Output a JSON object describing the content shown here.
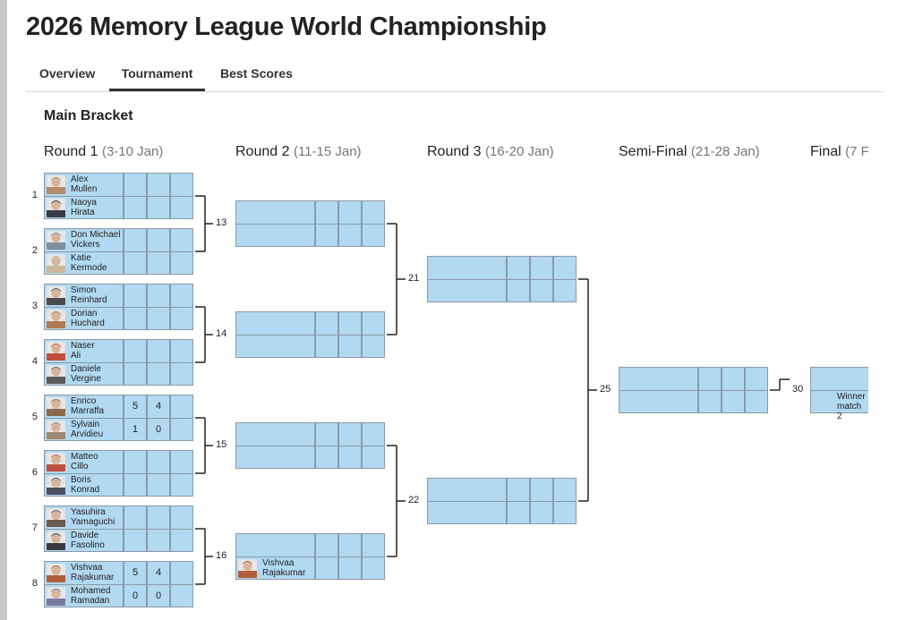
{
  "page": {
    "title": "2026 Memory League World Championship"
  },
  "tabs": [
    {
      "label": "Overview"
    },
    {
      "label": "Tournament",
      "active": true
    },
    {
      "label": "Best Scores"
    }
  ],
  "bracket": {
    "title": "Main Bracket",
    "rounds": [
      {
        "name": "Round 1",
        "dates": "(3-10 Jan)"
      },
      {
        "name": "Round 2",
        "dates": "(11-15 Jan)"
      },
      {
        "name": "Round 3",
        "dates": "(16-20 Jan)"
      },
      {
        "name": "Semi-Final",
        "dates": "(21-28 Jan)"
      },
      {
        "name": "Final",
        "dates": "(7 F"
      }
    ],
    "seeds": [
      "1",
      "2",
      "3",
      "4",
      "5",
      "6",
      "7",
      "8"
    ],
    "r1": [
      {
        "p1": {
          "first": "Alex",
          "last": "Mullen",
          "s1": "",
          "s2": "",
          "s3": "",
          "avatar": "#b48a6a"
        },
        "p2": {
          "first": "Naoya",
          "last": "Hirata",
          "s1": "",
          "s2": "",
          "s3": "",
          "avatar": "#3a3a44"
        }
      },
      {
        "p1": {
          "first": "Don Michael",
          "last": "Vickers",
          "s1": "",
          "s2": "",
          "s3": "",
          "avatar": "#7a8ea0"
        },
        "p2": {
          "first": "Katie",
          "last": "Kermode",
          "s1": "",
          "s2": "",
          "s3": "",
          "avatar": "#c9b89a"
        }
      },
      {
        "p1": {
          "first": "Simon",
          "last": "Reinhard",
          "s1": "",
          "s2": "",
          "s3": "",
          "avatar": "#4a4a50"
        },
        "p2": {
          "first": "Dorian",
          "last": "Huchard",
          "s1": "",
          "s2": "",
          "s3": "",
          "avatar": "#b07a50"
        }
      },
      {
        "p1": {
          "first": "Naser",
          "last": "Ali",
          "s1": "",
          "s2": "",
          "s3": "",
          "avatar": "#c0503a"
        },
        "p2": {
          "first": "Daniele",
          "last": "Vergine",
          "s1": "",
          "s2": "",
          "s3": "",
          "avatar": "#5a5a5a"
        }
      },
      {
        "p1": {
          "first": "Enrico",
          "last": "Marraffa",
          "s1": "5",
          "s2": "4",
          "s3": "",
          "avatar": "#8a6a4a"
        },
        "p2": {
          "first": "Sylvain",
          "last": "Arvidieu",
          "s1": "1",
          "s2": "0",
          "s3": "",
          "avatar": "#a08a70"
        }
      },
      {
        "p1": {
          "first": "Matteo",
          "last": "Cillo",
          "s1": "",
          "s2": "",
          "s3": "",
          "avatar": "#c05040"
        },
        "p2": {
          "first": "Boris",
          "last": "Konrad",
          "s1": "",
          "s2": "",
          "s3": "",
          "avatar": "#4a5060"
        }
      },
      {
        "p1": {
          "first": "Yasuhira",
          "last": "Yamaguchi",
          "s1": "",
          "s2": "",
          "s3": "",
          "avatar": "#6a5a50"
        },
        "p2": {
          "first": "Davide",
          "last": "Fasolino",
          "s1": "",
          "s2": "",
          "s3": "",
          "avatar": "#3a3a40"
        }
      },
      {
        "p1": {
          "first": "Vishvaa",
          "last": "Rajakumar",
          "s1": "5",
          "s2": "4",
          "s3": "",
          "avatar": "#b0603a"
        },
        "p2": {
          "first": "Mohamed",
          "last": "Ramadan",
          "s1": "0",
          "s2": "0",
          "s3": "",
          "avatar": "#7a7aa0"
        }
      }
    ],
    "r2": [
      {
        "num": "13",
        "p1": {
          "first": "",
          "last": ""
        },
        "p2": {
          "first": "",
          "last": ""
        }
      },
      {
        "num": "14",
        "p1": {
          "first": "",
          "last": ""
        },
        "p2": {
          "first": "",
          "last": ""
        }
      },
      {
        "num": "15",
        "p1": {
          "first": "",
          "last": ""
        },
        "p2": {
          "first": "",
          "last": ""
        }
      },
      {
        "num": "16",
        "p1": {
          "first": "",
          "last": ""
        },
        "p2": {
          "first": "Vishvaa",
          "last": "Rajakumar",
          "avatar": "#b0603a"
        }
      }
    ],
    "r3": [
      {
        "num": "21"
      },
      {
        "num": "22"
      }
    ],
    "semi": [
      {
        "num": "25"
      }
    ],
    "final": [
      {
        "num": "30",
        "winner_text": "Winner match 2"
      }
    ]
  }
}
